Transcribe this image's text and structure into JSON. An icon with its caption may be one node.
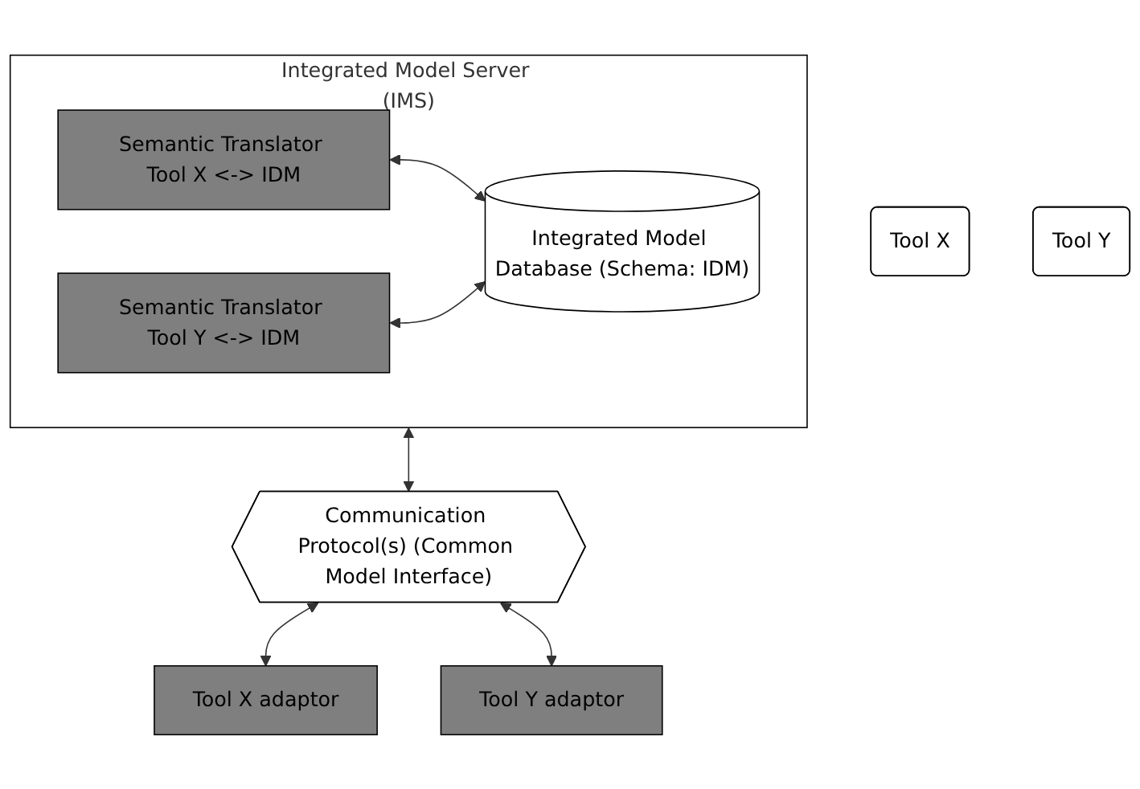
{
  "diagram": {
    "nodes": [
      {
        "text": [
          "Integrated Model Server (IMS)"
        ]
      },
      {
        "text": [
          "Semantic Translator Tool X <-> IDM"
        ],
        "in": 0
      },
      {
        "text": [
          "Semantic Translator Tool Y <-> IDM"
        ],
        "in": 0
      },
      {
        "text": [
          "Integrated Model Database (Schema: IDM)"
        ],
        "in": 0
      },
      {
        "text": [
          "Communication Protocol(s) (Common Model Interface)"
        ]
      },
      {
        "text": [
          "Tool X adaptor"
        ]
      },
      {
        "text": [
          "Tool X"
        ]
      },
      {
        "text": [
          "Tool Y adaptor"
        ]
      },
      {
        "text": [
          "Tool Y"
        ]
      }
    ],
    "edges": [
      {
        "from": 1,
        "to": 3,
        "arrow": "both"
      },
      {
        "from": 2,
        "to": 3,
        "arrow": "both"
      },
      {
        "from": 0,
        "to": 4,
        "arrow": "both"
      },
      {
        "from": 4,
        "to": 5,
        "arrow": "both"
      },
      {
        "from": 4,
        "to": 7,
        "arrow": "both"
      }
    ]
  }
}
